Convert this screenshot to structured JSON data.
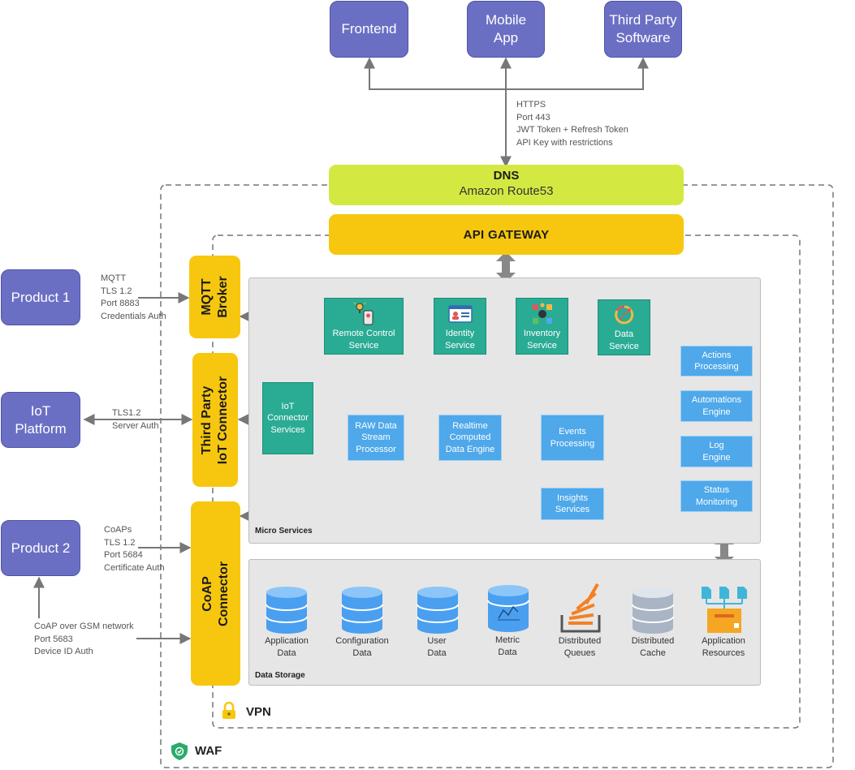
{
  "clients": {
    "frontend": "Frontend",
    "mobile_app": "Mobile\nApp",
    "third_party_software": "Third Party\nSoftware"
  },
  "client_connection_note": "HTTPS\nPort 443\nJWT Token + Refresh Token\nAPI Key with restrictions",
  "dns": {
    "title": "DNS",
    "subtitle": "Amazon Route53"
  },
  "api_gateway": "API GATEWAY",
  "devices": {
    "product1": {
      "label": "Product 1",
      "note": "MQTT\nTLS 1.2\nPort 8883\nCredentials Auth"
    },
    "iot_platform": {
      "label": "IoT\nPlatform",
      "note": "TLS1.2\nServer Auth"
    },
    "product2": {
      "label": "Product 2",
      "note": "CoAPs\nTLS 1.2\nPort 5684\nCertificate Auth"
    },
    "gsm_note": "CoAP over GSM network\nPort 5683\nDevice ID Auth"
  },
  "connectors": {
    "mqtt": "MQTT\nBroker",
    "third_party": "Third Party\nIoT Connector",
    "coap": "CoAP\nConnector"
  },
  "micro_services": {
    "label": "Micro Services",
    "remote_control": "Remote Control\nService",
    "identity": "Identity\nService",
    "inventory": "Inventory\nService",
    "data": "Data\nService",
    "iot_connector": "IoT\nConnector\nServices",
    "raw_data": "RAW Data\nStream\nProcessor",
    "realtime": "Realtime\nComputed\nData Engine",
    "events": "Events\nProcessing",
    "insights": "Insights\nServices",
    "actions": "Actions\nProcessing",
    "automations": "Automations\nEngine",
    "log": "Log\nEngine",
    "status": "Status\nMonitoring"
  },
  "data_storage": {
    "label": "Data Storage",
    "items": [
      "Application\nData",
      "Configuration\nData",
      "User\nData",
      "Metric\nData",
      "Distributed\nQueues",
      "Distributed\nCache",
      "Application\nResources"
    ]
  },
  "zones": {
    "vpn": "VPN",
    "waf": "WAF"
  },
  "colors": {
    "client": "#6b6fc4",
    "dns": "#d4e842",
    "gateway": "#f7c70f",
    "service_green": "#2aab94",
    "service_blue": "#4ea8ea",
    "panel": "#e6e6e6",
    "storage": "#4a9ff0"
  }
}
